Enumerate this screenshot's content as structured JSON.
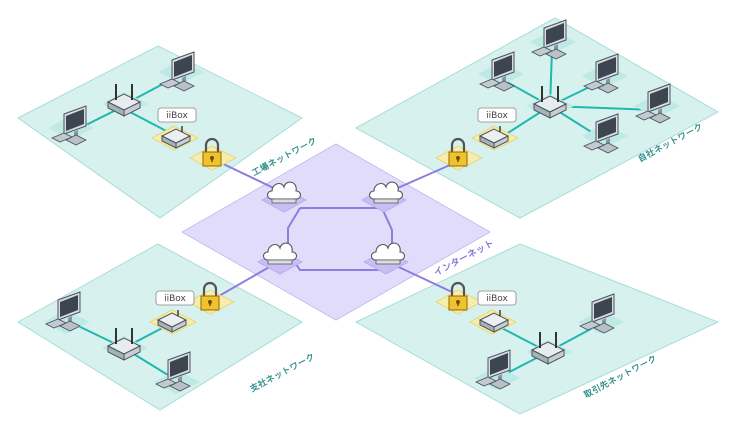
{
  "zones": {
    "factory": "工場ネットワーク",
    "headquarters": "自社ネットワーク",
    "branch": "支社ネットワーク",
    "partner": "取引先ネットワーク"
  },
  "internet_label": "インターネット",
  "device_label": "iiBox",
  "colors": {
    "zone_fill": "#d7f1ee",
    "zone_stroke": "#a9ddd6",
    "internet_fill": "#e2dcfb",
    "internet_stroke": "#c8bdf4",
    "lan_line": "#1fb8b0",
    "wan_line": "#8f7ce0",
    "lock": "#f2c12e",
    "pad": "#f6ecab"
  }
}
